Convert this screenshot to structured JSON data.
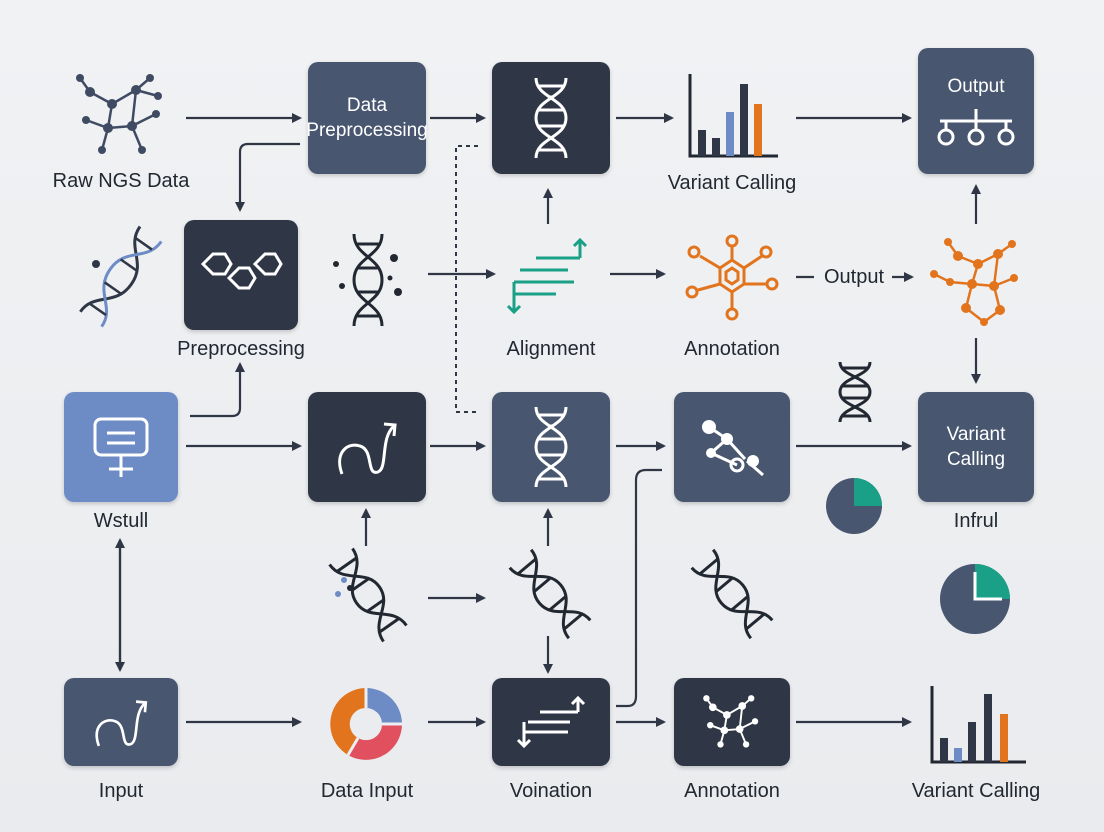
{
  "labels": {
    "raw_ngs": "Raw NGS Data",
    "variant_calling_top": "Variant Calling",
    "preprocessing": "Preprocessing",
    "alignment": "Alignment",
    "annotation_mid": "Annotation",
    "output_inline": "Output",
    "wstull": "Wstull",
    "infrul": "Infrul",
    "input": "Input",
    "data_input": "Data Input",
    "voination": "Voination",
    "annotation_bottom": "Annotation",
    "variant_calling_bottom": "Variant Calling"
  },
  "boxes": {
    "data_preprocessing_line1": "Data",
    "data_preprocessing_line2": "Preprocessing",
    "output": "Output",
    "variant_calling_line1": "Variant",
    "variant_calling_line2": "Calling"
  },
  "colors": {
    "dark_box": "#2f3645",
    "slate_box": "#485670",
    "blue_box": "#6d8cc6",
    "orange": "#e2741d",
    "teal": "#1aa087",
    "red": "#e0505f",
    "bar_blue": "#6d8cc6"
  },
  "icons": [
    "network-icon",
    "dna-icon",
    "hexagon-molecule-icon",
    "bar-chart-icon",
    "sequence-align-icon",
    "flow-tree-icon",
    "branch-icon",
    "pie-chart-icon",
    "donut-chart-icon",
    "monitor-icon",
    "curve-arrow-icon"
  ]
}
